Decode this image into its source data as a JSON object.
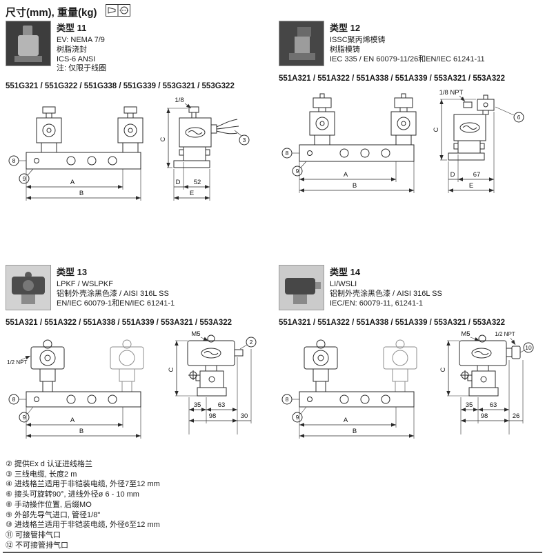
{
  "page": {
    "title": "尺寸(mm), 重量(kg)"
  },
  "sections": [
    {
      "title": "类型 11",
      "desc": [
        "EV: NEMA 7/9",
        "树脂浇封",
        "ICS-6 ANSI",
        "注: 仅限于线圈"
      ],
      "part_numbers": "551G321 / 551G322 / 551G338 / 551G339 / 553G321 / 553G322",
      "drawing": {
        "label1": "1/8",
        "callout1": "3",
        "callout8": "8",
        "callout9": "9",
        "dimA": "A",
        "dimB": "B",
        "dimC": "C",
        "dimD": "D",
        "dimE": "E",
        "dim1": "52"
      }
    },
    {
      "title": "类型 12",
      "desc": [
        "ISSC聚丙烯模铸",
        "树脂模铸",
        "IEC 335 / EN 60079-11/26和EN/IEC 61241-11"
      ],
      "part_numbers": "551A321 / 551A322 / 551A338 / 551A339 / 553A321 / 553A322",
      "drawing": {
        "label1": "1/8 NPT",
        "callout1": "6",
        "callout8": "8",
        "callout9": "9",
        "dimA": "A",
        "dimB": "B",
        "dimC": "C",
        "dimD": "D",
        "dimE": "E",
        "dim1": "67"
      }
    },
    {
      "title": "类型 13",
      "desc": [
        "LPKF / WSLPKF",
        "铝制外壳涂黑色漆 / AISI 316L SS",
        "EN/IEC 60079-1和EN/IEC 61241-1"
      ],
      "part_numbers": "551A321 / 551A322 / 551A338 / 551A339 / 553A321 / 553A322",
      "drawing": {
        "label1": "M5",
        "label2": "1/2 NPT",
        "callout1": "2",
        "callout8": "8",
        "callout9": "9",
        "dimA": "A",
        "dimB": "B",
        "dimC": "C",
        "dim1": "35",
        "dim2": "63",
        "dim3": "98",
        "dim4": "30"
      }
    },
    {
      "title": "类型 14",
      "desc": [
        "LI/WSLI",
        "铝制外壳涂黑色漆 / AISI 316L SS",
        "IEC/EN: 60079-11, 61241-1"
      ],
      "part_numbers": "551A321 / 551A322 / 551A338 / 551A339 / 553A321 / 553A322",
      "drawing": {
        "label1": "M5",
        "label2": "1/2 NPT",
        "callout1": "10",
        "callout8": "8",
        "callout9": "9",
        "dimA": "A",
        "dimB": "B",
        "dimC": "C",
        "dim1": "35",
        "dim2": "63",
        "dim3": "98",
        "dim4": "26"
      }
    }
  ],
  "footnotes": [
    "② 提供Ex d 认证进线格兰",
    "③ 三线电缆, 长度2 m",
    "④ 进线格兰适用于非铠装电缆, 外径7至12 mm",
    "⑥ 接头可旋转90°, 进线外径ø 6 - 10 mm",
    "⑧ 手动操作位置, 后缀MO",
    "⑨ 外部先导气进口, 管径1/8\"",
    "⑩ 进线格兰适用于非铠装电缆, 外径6至12 mm",
    "⑪ 可接管排气口",
    "⑫ 不可接管排气口"
  ]
}
